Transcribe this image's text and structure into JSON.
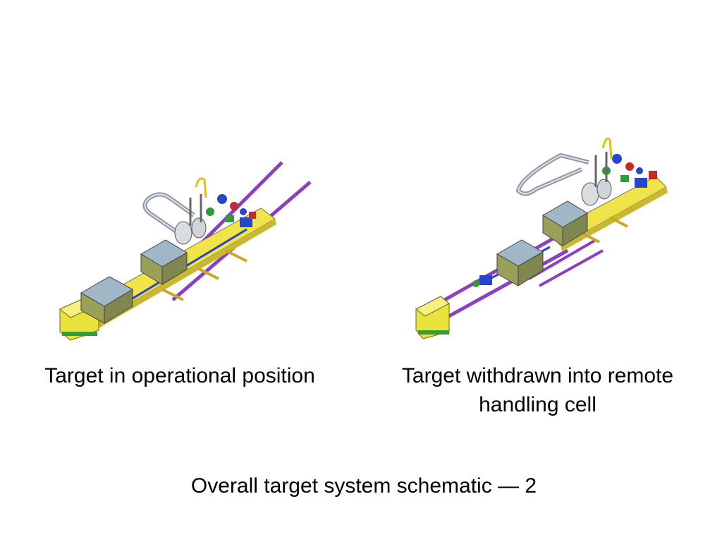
{
  "slide": {
    "title": "Overall target system schematic — 2",
    "panels": [
      {
        "caption": "Target in operational position"
      },
      {
        "caption": "Target withdrawn into remote handling cell"
      }
    ]
  },
  "colors": {
    "rail": "#8b3fc2",
    "frame": "#f1e34a",
    "shield_box": "#9fb7c6",
    "module_body": "#9aa05a",
    "trolley": "#e8e23a",
    "pipe": "#8e97a4",
    "valves_blue": "#2a46c8",
    "valves_red": "#c42a2a",
    "valves_green": "#2f9a3a"
  }
}
